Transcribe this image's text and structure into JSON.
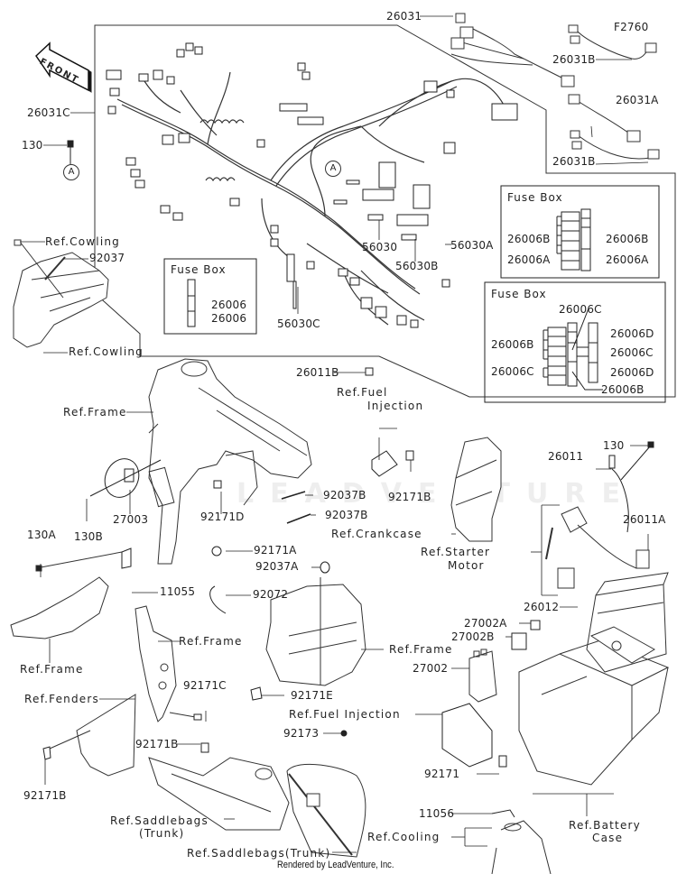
{
  "diagram": {
    "title": "Chassis Electrical Equipment",
    "front_arrow": "FRONT",
    "callout_marker": "A",
    "footer": "Rendered by LeadVenture, Inc.",
    "watermark": "LEADVENTURE"
  },
  "labels": {
    "p26031": "26031",
    "f2760": "F2760",
    "p26031B_top": "26031B",
    "p26031A": "26031A",
    "p26031B_bottom": "26031B",
    "p26031C": "26031C",
    "p130_top": "130",
    "ref_cowling_top": "Ref.Cowling",
    "p92037": "92037",
    "ref_cowling_bottom": "Ref.Cowling",
    "p56030": "56030",
    "p56030A": "56030A",
    "p56030B": "56030B",
    "p56030C": "56030C",
    "p26011B": "26011B",
    "ref_fuel_injection_top": "Ref.Fuel\nInjection",
    "ref_frame_1": "Ref.Frame",
    "p27003": "27003",
    "p130B": "130B",
    "p92171D": "92171D",
    "p92037B_1": "92037B",
    "p92037B_2": "92037B",
    "p92171B_mid": "92171B",
    "ref_crankcase": "Ref.Crankcase",
    "p26011": "26011",
    "p130_right": "130",
    "p26011A": "26011A",
    "ref_starter_motor": "Ref.Starter\nMotor",
    "p130A": "130A",
    "p11055": "11055",
    "p92171A": "92171A",
    "p92037A": "92037A",
    "p92072": "92072",
    "ref_frame_2": "Ref.Frame",
    "ref_frame_3": "Ref.Frame",
    "ref_frame_4": "Ref.Frame",
    "p26012": "26012",
    "p27002A": "27002A",
    "p27002B": "27002B",
    "p27002": "27002",
    "ref_fenders": "Ref.Fenders",
    "p92171C": "92171C",
    "p92171E": "92171E",
    "ref_fuel_injection_bottom": "Ref.Fuel Injection",
    "p92173": "92173",
    "p92171B_left": "92171B",
    "p92171B_lower": "92171B",
    "p92171": "92171",
    "ref_saddlebags_left": "Ref.Saddlebags\n(Trunk)",
    "ref_saddlebags_bottom": "Ref.Saddlebags(Trunk)",
    "p11056": "11056",
    "ref_cooling": "Ref.Cooling",
    "ref_battery_case": "Ref.Battery\nCase"
  },
  "fuse_boxes": [
    {
      "title": "Fuse Box",
      "labels": [
        "26006",
        "26006"
      ]
    },
    {
      "title": "Fuse Box",
      "labels_left": [
        "26006B",
        "26006A"
      ],
      "labels_right": [
        "26006B",
        "26006A"
      ]
    },
    {
      "title": "Fuse Box",
      "label_top": "26006C",
      "labels_left": [
        "26006B",
        "26006C"
      ],
      "labels_right": [
        "26006D",
        "26006C",
        "26006D"
      ],
      "label_bottom": "26006B"
    }
  ]
}
